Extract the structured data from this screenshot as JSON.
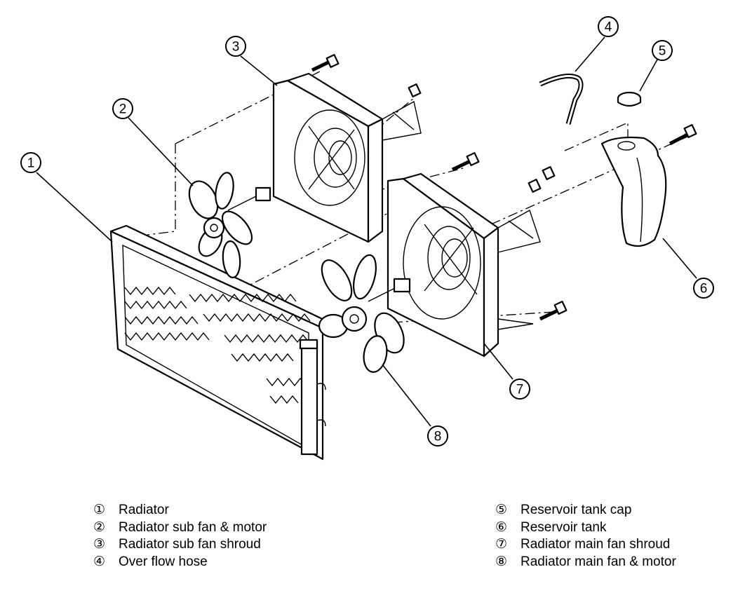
{
  "callouts": [
    "1",
    "2",
    "3",
    "4",
    "5",
    "6",
    "7",
    "8"
  ],
  "legend": {
    "left": [
      {
        "mark": "①",
        "label": "Radiator"
      },
      {
        "mark": "②",
        "label": "Radiator sub fan & motor"
      },
      {
        "mark": "③",
        "label": "Radiator sub fan shroud"
      },
      {
        "mark": "④",
        "label": "Over flow hose"
      }
    ],
    "right": [
      {
        "mark": "⑤",
        "label": "Reservoir tank cap"
      },
      {
        "mark": "⑥",
        "label": "Reservoir tank"
      },
      {
        "mark": "⑦",
        "label": "Radiator main fan shroud"
      },
      {
        "mark": "⑧",
        "label": "Radiator main fan & motor"
      }
    ]
  }
}
